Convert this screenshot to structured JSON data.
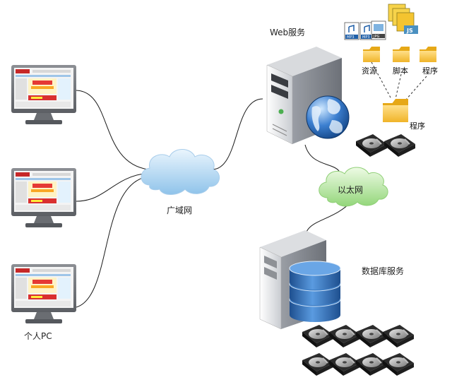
{
  "labels": {
    "web_service": "Web服务",
    "resources": "资源",
    "scripts": "脚本",
    "program_folder": "程序",
    "program_main": "程序",
    "wan": "广域网",
    "ethernet": "以太网",
    "db_service": "数据库服务",
    "personal_pc": "个人PC"
  },
  "file_badges": [
    "MP3",
    "MP3",
    "JPG",
    "JS"
  ],
  "icons": {
    "pc": "monitor-icon",
    "cloud": "cloud-icon",
    "server": "server-tower-icon",
    "globe": "globe-icon",
    "database": "database-icon",
    "disk": "hard-disk-icon",
    "folder": "folder-icon",
    "file": "file-icon"
  },
  "colors": {
    "cloud_blue": "#b9dcf5",
    "cloud_green": "#b8e6a4",
    "folder_yellow": "#f7c948",
    "db_blue": "#2e6fb8",
    "screen_red": "#d93030",
    "line": "#1a1a1a"
  }
}
